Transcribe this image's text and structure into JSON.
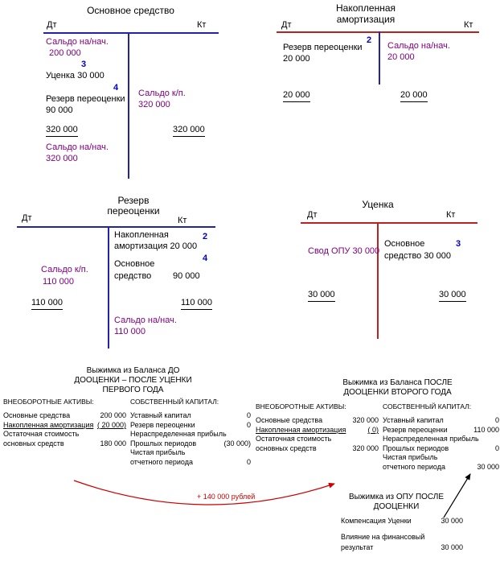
{
  "colors": {
    "purple": "#800080",
    "ref_blue": "#0000cc",
    "line_blue": "#2222aa",
    "line_red": "#bb2222",
    "arrow_red": "#cc0000"
  },
  "accounts": {
    "fixed_asset": {
      "title": "Основное средство",
      "dt": "Дт",
      "kt": "Кт",
      "saldo_begin_label": "Сальдо на/нач.",
      "saldo_begin_value": "200 000",
      "ref3": "3",
      "utsenka_entry": "Уценка  30 000",
      "ref4": "4",
      "reserve_label": "Резерв переоценки",
      "reserve_value": "90 000",
      "saldo_end_label": "Сальдо к/п.",
      "saldo_end_value": "320 000",
      "total_debit": "320 000",
      "total_credit": "320 000",
      "saldo_new_label": "Сальдо на/нач.",
      "saldo_new_value": "320 000"
    },
    "depreciation": {
      "title_1": "Накопленная",
      "title_2": "амортизация",
      "dt": "Дт",
      "kt": "Кт",
      "ref2": "2",
      "debit_label": "Резерв переоценки",
      "debit_value": "20 000",
      "saldo_begin_label": "Сальдо на/нач.",
      "saldo_begin_value": "20 000",
      "total_debit": "20 000",
      "total_credit": "20 000"
    },
    "revaluation_reserve": {
      "title_1": "Резерв",
      "title_2": "переоценки",
      "dt": "Дт",
      "kt": "Кт",
      "ref2": "2",
      "credit1_line1": "Накопленная",
      "credit1_line2": "амортизация 20 000",
      "ref4": "4",
      "credit2_line1": "Основное",
      "credit2_line2": "средство",
      "credit2_value": "90 000",
      "saldo_end_label": "Сальдо к/п.",
      "saldo_end_value": "110 000",
      "total_debit": "110 000",
      "total_credit": "110 000",
      "saldo_new_label": "Сальдо на/нач.",
      "saldo_new_value": "110 000"
    },
    "markdown": {
      "title": "Уценка",
      "dt": "Дт",
      "kt": "Кт",
      "debit_entry": "Свод ОПУ 30 000",
      "credit_line1": "Основное",
      "ref3": "3",
      "credit_line2": "средство 30 000",
      "total_debit": "30 000",
      "total_credit": "30 000"
    }
  },
  "balance_before": {
    "title_1": "Выжимка из Баланса ДО",
    "title_2": "ДООЦЕНКИ – ПОСЛЕ УЦЕНКИ",
    "title_3": "ПЕРВОГО ГОДА",
    "assets_header": "ВНЕОБОРОТНЫЕ АКТИВЫ:",
    "equity_header": "СОБСТВЕННЫЙ КАПИТАЛ:",
    "assets_rows": [
      {
        "label": "Основные средства",
        "value": "200 000"
      },
      {
        "label": "Накопленная амортизация",
        "value": "( 20 000)"
      },
      {
        "label": "Остаточная стоимость",
        "value": ""
      },
      {
        "label": "основных средств",
        "value": "180 000"
      }
    ],
    "equity_rows": [
      {
        "label": "Уставный капитал",
        "value": "0"
      },
      {
        "label": "Резерв переоценки",
        "value": "0"
      },
      {
        "label": "Нераспределенная прибыль",
        "value": ""
      },
      {
        "label": "Прошлых периодов",
        "value": "(30 000)"
      },
      {
        "label": "Чистая прибыль",
        "value": ""
      },
      {
        "label": "отчетного периода",
        "value": "0"
      }
    ]
  },
  "balance_after": {
    "title_1": "Выжимка из Баланса  ПОСЛЕ",
    "title_2": "ДООЦЕНКИ ВТОРОГО ГОДА",
    "assets_header": "ВНЕОБОРОТНЫЕ АКТИВЫ:",
    "equity_header": "СОБСТВЕННЫЙ КАПИТАЛ:",
    "assets_rows": [
      {
        "label": "Основные средства",
        "value": "320 000"
      },
      {
        "label": "Накопленная амортизация",
        "value": "( 0)"
      },
      {
        "label": "Остаточная стоимость",
        "value": ""
      },
      {
        "label": "основных средств",
        "value": "320 000"
      }
    ],
    "equity_rows": [
      {
        "label": "Уставный капитал",
        "value": "0"
      },
      {
        "label": "Резерв переоценки",
        "value": "110 000"
      },
      {
        "label": "Нераспределенная прибыль",
        "value": ""
      },
      {
        "label": "Прошлых периодов",
        "value": "0"
      },
      {
        "label": "Чистая прибыль",
        "value": ""
      },
      {
        "label": "отчетного периода",
        "value": "30 000"
      }
    ]
  },
  "opu": {
    "title_1": "Выжимка из ОПУ ПОСЛЕ",
    "title_2": "ДООЦЕНКИ",
    "rows": [
      {
        "label": "Компенсация Уценки",
        "value": "30 000"
      },
      {
        "label": "Влияние на финансовый",
        "value": ""
      },
      {
        "label": "результат",
        "value": "30 000"
      }
    ]
  },
  "annotations": {
    "red_arrow_label": "+ 140 000 рублей"
  }
}
